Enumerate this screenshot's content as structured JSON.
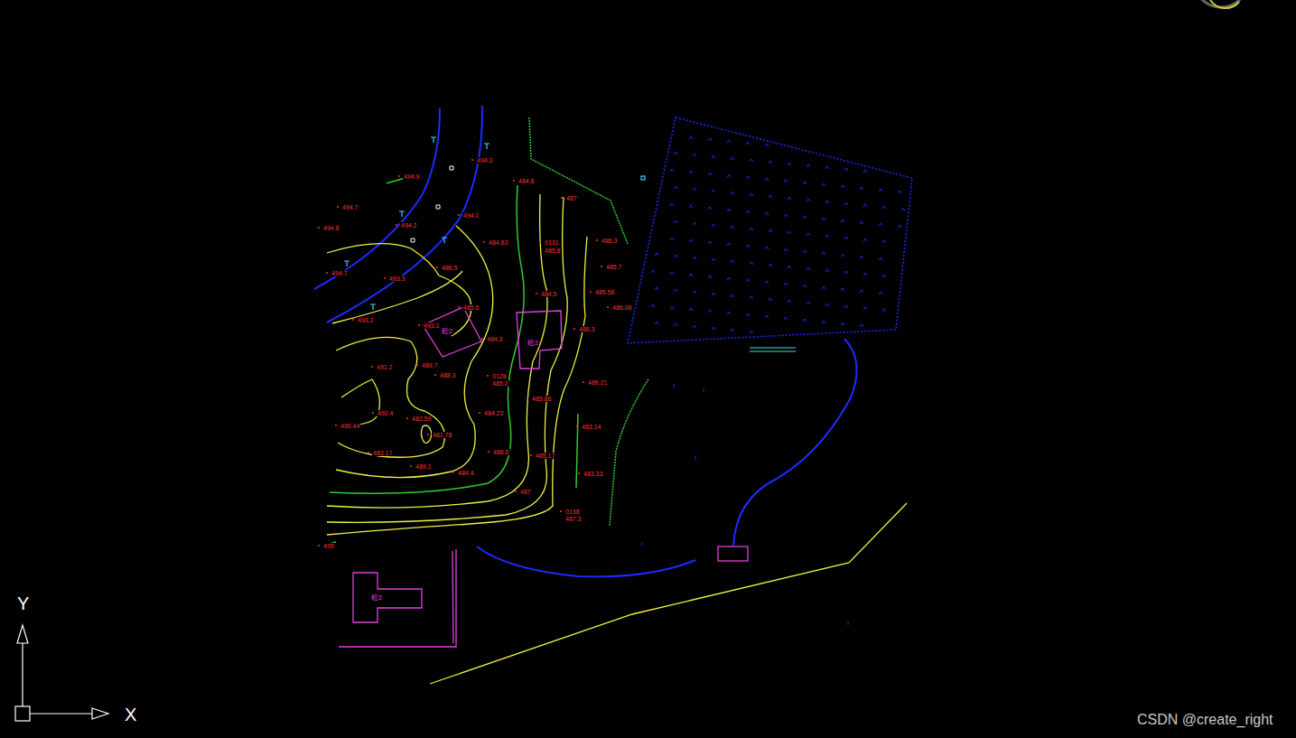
{
  "diagram": {
    "labels": [
      "494.3",
      "494.9",
      "494.7",
      "494.8",
      "494.2",
      "494.1",
      "484.8",
      "487",
      "494.7",
      "493.3",
      "486.5",
      "484.83",
      "0131",
      "485.8",
      "486.3",
      "485.7",
      "485.56",
      "486.08",
      "484.5",
      "493.2",
      "485.6",
      "493.1",
      "484.3",
      "486.3",
      "491.2",
      "489.7",
      "488.3",
      "0128",
      "485.2",
      "485.86",
      "486.21",
      "492.4",
      "482.59",
      "484.23",
      "490.44",
      "481.78",
      "483.17",
      "486.6",
      "485.17",
      "483.14",
      "489.1",
      "484.4",
      "483.33",
      "487",
      "0138",
      "487.3",
      "495",
      "砼2",
      "砼2",
      "砼2",
      "Y",
      "X",
      "CSDN @create_right"
    ]
  }
}
